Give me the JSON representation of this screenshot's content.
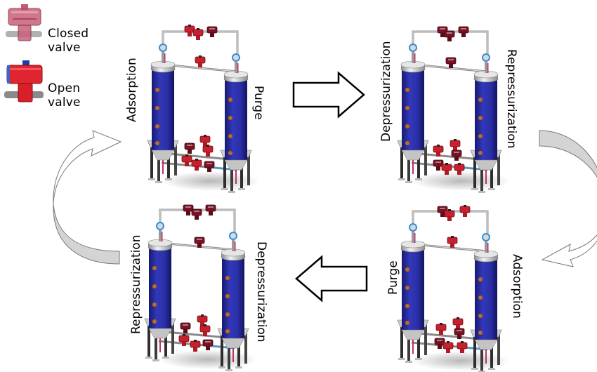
{
  "legend": {
    "items": [
      {
        "label": "Closed valve",
        "icon": "closed-valve-icon",
        "color": "#c0405a"
      },
      {
        "label": "Open valve",
        "icon": "open-valve-icon",
        "color": "#d81f2a"
      }
    ]
  },
  "colors": {
    "column_blue": "#2a2fa8",
    "column_blue_dark": "#161a72",
    "valve_red": "#c8202e",
    "valve_dark": "#5a0c18",
    "steel": "#9a9a9a",
    "frame_dark": "#3a3a3a",
    "curved_arrow_fill": "#d4d4d4",
    "gauge_blue": "#2f8fd8"
  },
  "panels": [
    {
      "id": "top-left",
      "left_label": "Adsorption",
      "right_label": "Purge"
    },
    {
      "id": "top-right",
      "left_label": "Depressurization",
      "right_label": "Repressurization"
    },
    {
      "id": "bottom-right",
      "left_label": "Purge",
      "right_label": "Adsorption"
    },
    {
      "id": "bottom-left",
      "left_label": "Repressurization",
      "right_label": "Depressurization"
    }
  ],
  "flow": {
    "arrows": [
      {
        "from": "top-left",
        "to": "top-right",
        "direction": "right"
      },
      {
        "from": "top-right",
        "to": "bottom-right",
        "direction": "curved-down"
      },
      {
        "from": "bottom-right",
        "to": "bottom-left",
        "direction": "left"
      },
      {
        "from": "bottom-left",
        "to": "top-left",
        "direction": "curved-up"
      }
    ]
  }
}
